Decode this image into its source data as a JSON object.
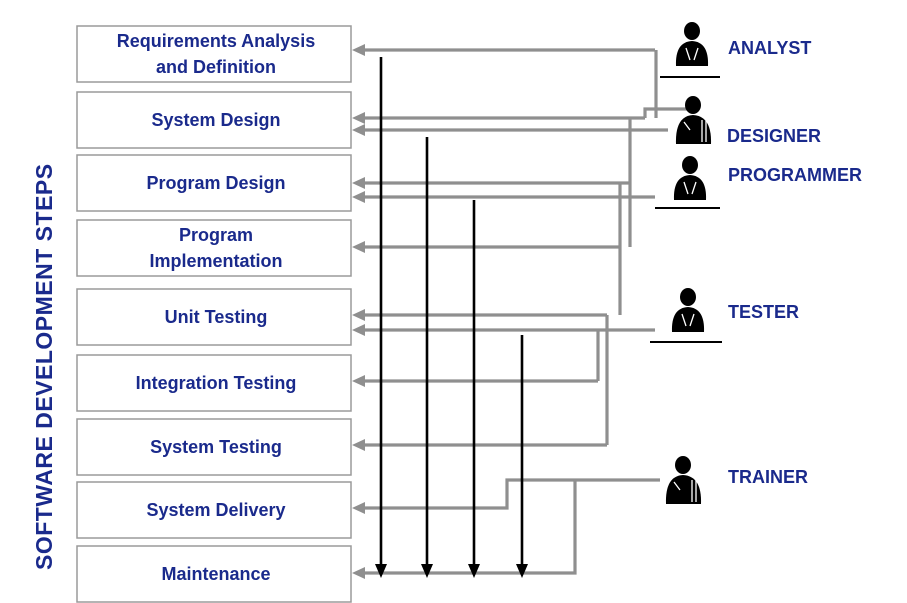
{
  "title": "SOFTWARE DEVELOPMENT STEPS",
  "steps": [
    {
      "lines": [
        "Requirements Analysis",
        "and Definition"
      ]
    },
    {
      "lines": [
        "System Design"
      ]
    },
    {
      "lines": [
        "Program Design"
      ]
    },
    {
      "lines": [
        "Program",
        "Implementation"
      ]
    },
    {
      "lines": [
        "Unit Testing"
      ]
    },
    {
      "lines": [
        "Integration Testing"
      ]
    },
    {
      "lines": [
        "System Testing"
      ]
    },
    {
      "lines": [
        "System Delivery"
      ]
    },
    {
      "lines": [
        "Maintenance"
      ]
    }
  ],
  "roles": [
    {
      "label": "ANALYST",
      "icon": "analyst-icon"
    },
    {
      "label": "DESIGNER",
      "icon": "designer-icon"
    },
    {
      "label": "PROGRAMMER",
      "icon": "programmer-icon"
    },
    {
      "label": "TESTER",
      "icon": "tester-icon"
    },
    {
      "label": "TRAINER",
      "icon": "trainer-icon"
    }
  ],
  "colors": {
    "text": "#1a2a8c",
    "box_border": "#9a9a9a",
    "connector": "#8f8f8f",
    "feedback_arrow": "#000000"
  }
}
